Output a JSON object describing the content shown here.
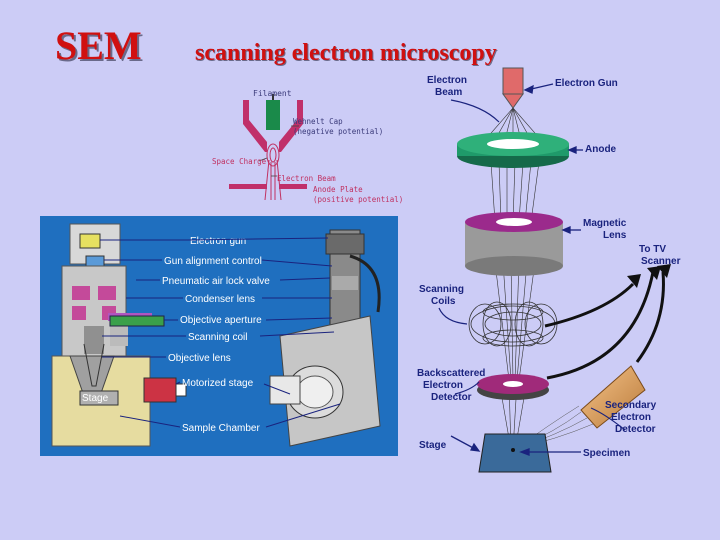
{
  "title": {
    "main": "SEM",
    "subtitle": "scanning electron microscopy"
  },
  "gun_diagram": {
    "filament": "Filament",
    "wehnelt_line1": "Wehnelt Cap",
    "wehnelt_line2": "(negative potential)",
    "space_charge": "Space Charge",
    "electron_beam": "Electron Beam",
    "anode_line1": "Anode Plate",
    "anode_line2": "(positive potential)"
  },
  "photo_panel": {
    "labels": [
      "Electron gun",
      "Gun alignment control",
      "Pneumatic air lock valve",
      "Condenser lens",
      "Objective aperture",
      "Scanning coil",
      "Objective lens",
      "Motorized stage",
      "Sample Chamber"
    ],
    "stage": "Stage"
  },
  "column_diagram": {
    "electron_beam_1": "Electron",
    "electron_beam_2": "Beam",
    "electron_gun": "Electron Gun",
    "anode": "Anode",
    "magnetic_lens_1": "Magnetic",
    "magnetic_lens_2": "Lens",
    "to_tv_1": "To TV",
    "to_tv_2": "Scanner",
    "scanning_coils_1": "Scanning",
    "scanning_coils_2": "Coils",
    "backscattered_1": "Backscattered",
    "backscattered_2": "Electron",
    "backscattered_3": "Detector",
    "secondary_1": "Secondary",
    "secondary_2": "Electron",
    "secondary_3": "Detector",
    "stage": "Stage",
    "specimen": "Specimen"
  },
  "colors": {
    "background": "#ccccf6",
    "title": "#d01010",
    "anode": "#1f9a6a",
    "lens": "#9b2a8c",
    "photo_bg": "#1f6fbf"
  }
}
